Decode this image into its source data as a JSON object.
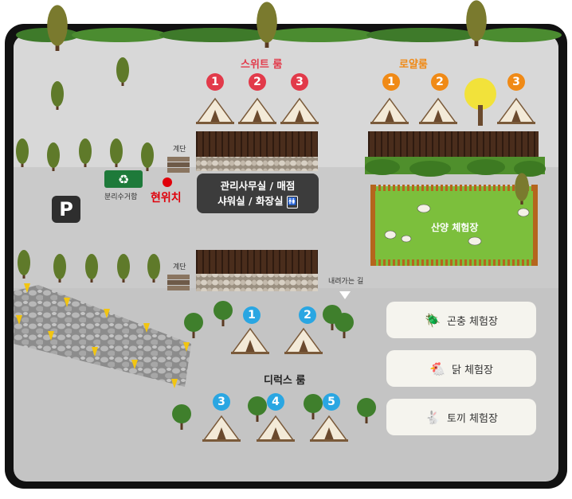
{
  "zones": {
    "suite_title": "스위트 룸",
    "royal_title": "로얄룸",
    "deluxe_title": "디럭스 룸"
  },
  "suite_numbers": [
    "1",
    "2",
    "3"
  ],
  "royal_numbers": [
    "1",
    "2",
    "3"
  ],
  "deluxe_numbers": [
    "1",
    "2",
    "3",
    "4",
    "5"
  ],
  "labels": {
    "stairs_top": "계단",
    "stairs_bottom": "계단",
    "recycling": "분리수거함",
    "current_location": "현위치",
    "parking": "P",
    "downhill_path": "내려가는 길"
  },
  "office": {
    "line1": "관리사무실 / 매점",
    "line2": "샤워실 / 화장실"
  },
  "goat_area": "산양 체험장",
  "experiences": [
    {
      "label": "곤충 체험장",
      "icon": "beetle-icon"
    },
    {
      "label": "닭 체험장",
      "icon": "chicken-icon"
    },
    {
      "label": "토끼 체험장",
      "icon": "rabbit-icon"
    }
  ],
  "colors": {
    "frame": "#111111",
    "ground_light": "#d8d8d8",
    "ground_dark": "#c3c3c3",
    "suite_red": "#e23a4a",
    "royal_orange": "#f08a16",
    "deluxe_blue": "#2aa6e2",
    "meadow_green": "#7cbf3c",
    "location_red": "#e0000a"
  }
}
